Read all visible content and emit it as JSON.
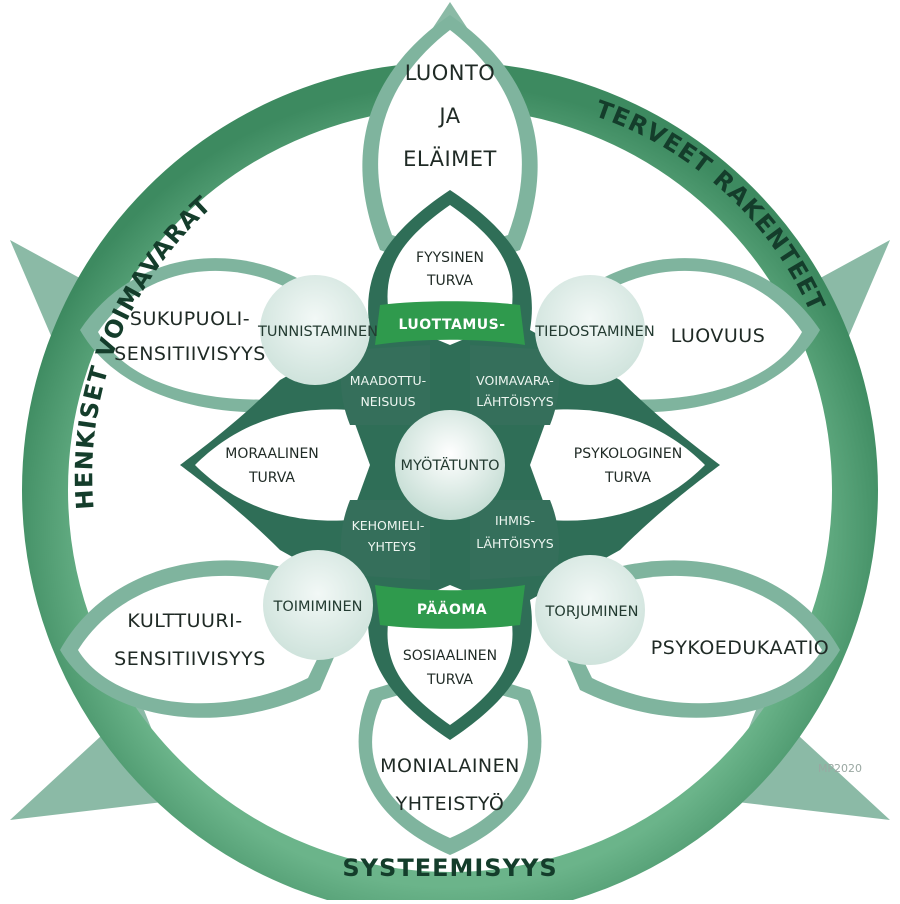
{
  "ring": {
    "top_left": "HENKISET VOIMAVARAT",
    "top_right": "TERVEET RAKENTEET",
    "bottom": "SYSTEEMISYYS"
  },
  "outer_leaves": {
    "top": [
      "LUONTO",
      "JA",
      "ELÄIMET"
    ],
    "upper_left": [
      "SUKUPUOLI-",
      "SENSITIIVISYYS"
    ],
    "upper_right": [
      "LUOVUUS"
    ],
    "lower_left": [
      "KULTTUURI-",
      "SENSITIIVISYYS"
    ],
    "lower_right": [
      "PSYKOEDUKAATIO"
    ],
    "bottom": [
      "MONIALAINEN",
      "YHTEISTYÖ"
    ]
  },
  "inner_leaves": {
    "top": [
      "FYYSINEN",
      "TURVA"
    ],
    "left": [
      "MORAALINEN",
      "TURVA"
    ],
    "right": [
      "PSYKOLOGINEN",
      "TURVA"
    ],
    "bottom": [
      "SOSIAALINEN",
      "TURVA"
    ]
  },
  "circles": {
    "upper_left": "TUNNISTAMINEN",
    "upper_right": "TIEDOSTAMINEN",
    "lower_left": "TOIMIMINEN",
    "lower_right": "TORJUMINEN",
    "center": "MYÖTÄTUNTO"
  },
  "bands": {
    "top": "LUOTTAMUS-",
    "bottom": "PÄÄOMA"
  },
  "dark_petals": {
    "upper_left": [
      "MAADOTTU-",
      "NEISUUS"
    ],
    "upper_right": [
      "VOIMAVARA-",
      "LÄHTÖISYYS"
    ],
    "lower_left": [
      "KEHOMIELI-",
      "YHTEYS"
    ],
    "lower_right": [
      "IHMIS-",
      "LÄHTÖISYYS"
    ]
  },
  "signature": "MP2020",
  "colors": {
    "ring": "#4f9a6e",
    "leaf_outer": "#7fb49e",
    "leaf_fill": "#ffffff",
    "dark_green": "#2f6e57",
    "bright_green": "#2f9a4d",
    "circle_fill": "#dfeeea"
  }
}
